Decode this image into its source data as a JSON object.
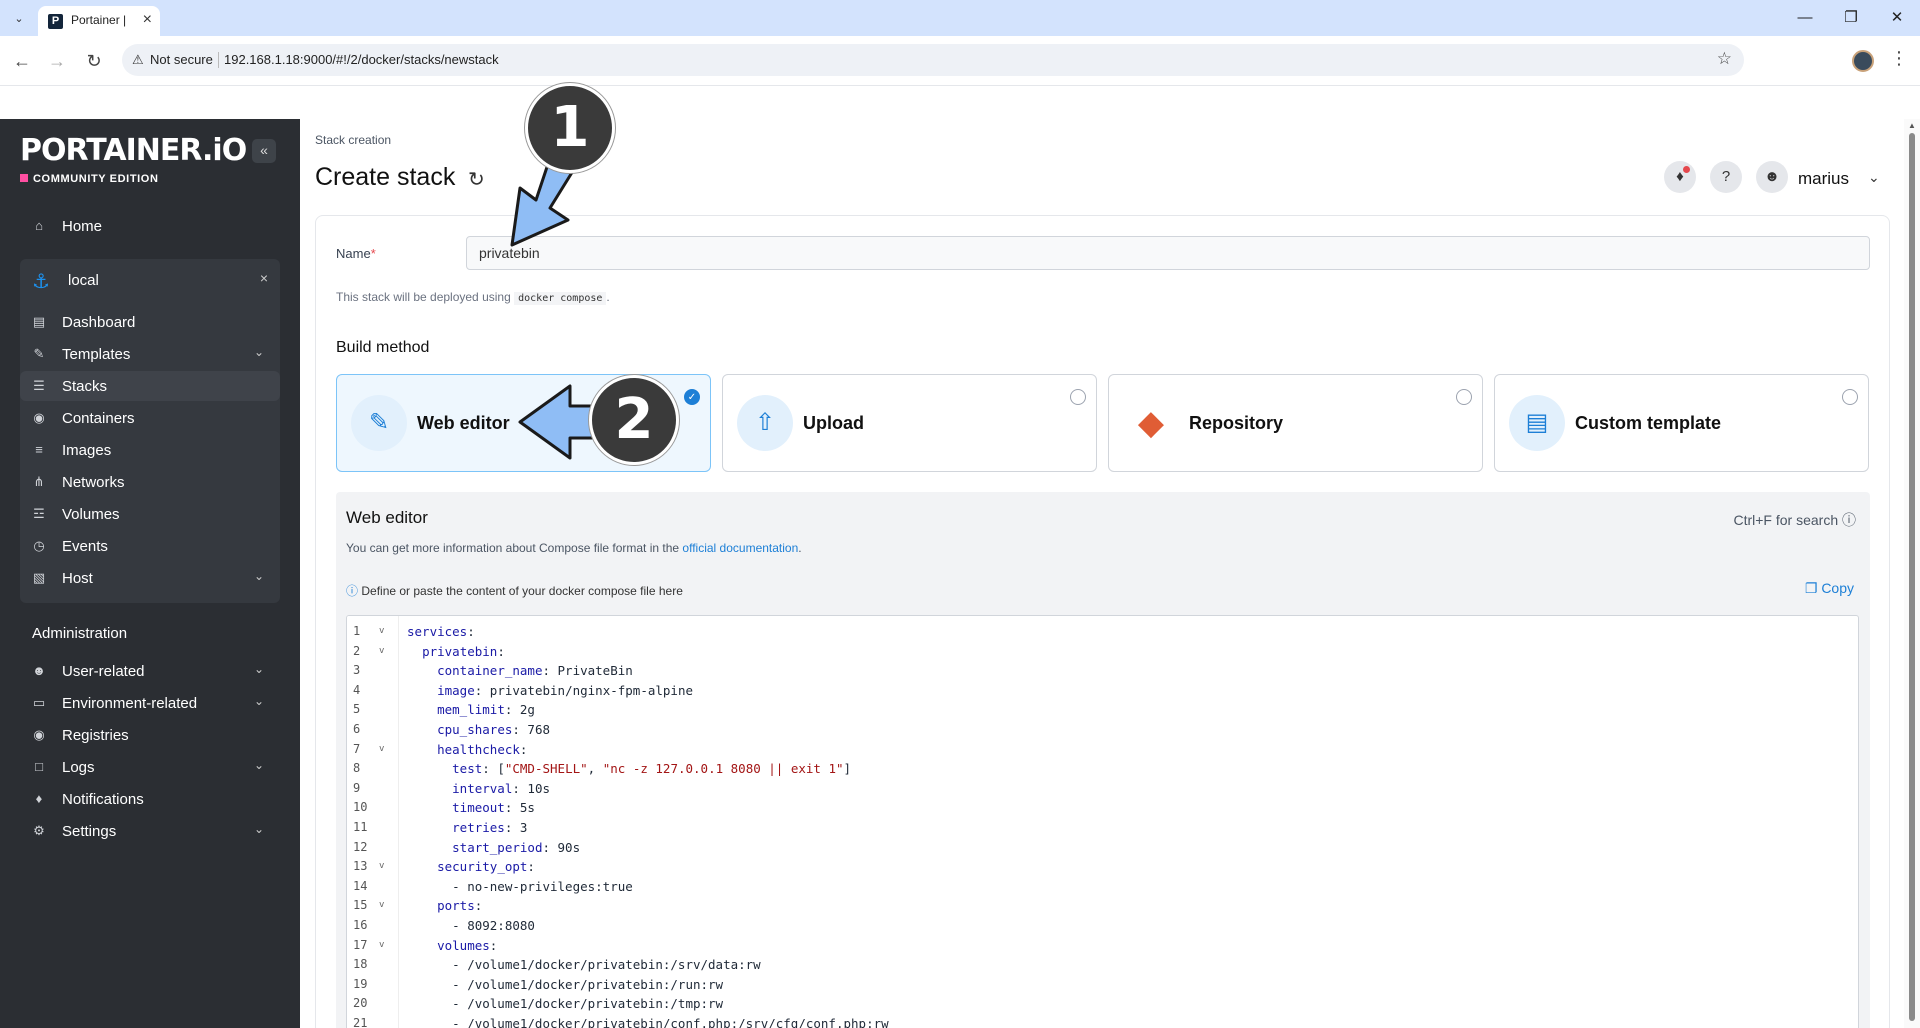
{
  "browser": {
    "tab_title": "Portainer |",
    "not_secure": "Not secure",
    "url": "192.168.1.18:9000/#!/2/docker/stacks/newstack"
  },
  "sidebar": {
    "logo": "PORTAINER.iO",
    "edition": "COMMUNITY EDITION",
    "home": "Home",
    "environment": "local",
    "env_items": [
      "Dashboard",
      "Templates",
      "Stacks",
      "Containers",
      "Images",
      "Networks",
      "Volumes",
      "Events",
      "Host"
    ],
    "administration": "Administration",
    "admin_items": [
      "User-related",
      "Environment-related",
      "Registries",
      "Logs",
      "Notifications",
      "Settings"
    ]
  },
  "header": {
    "breadcrumb": "Stack creation",
    "title": "Create stack",
    "user": "marius"
  },
  "form": {
    "name_label": "Name",
    "name_required": "*",
    "name_value": "privatebin",
    "help_prefix": "This stack will be deployed using",
    "help_code": "docker compose",
    "help_suffix": ".",
    "build_method": "Build method",
    "methods": [
      "Web editor",
      "Upload",
      "Repository",
      "Custom template"
    ]
  },
  "editor": {
    "title": "Web editor",
    "search_hint": "Ctrl+F for search",
    "info_prefix": "You can get more information about Compose file format in the",
    "info_link": "official documentation",
    "info_suffix": ".",
    "define_hint": "Define or paste the content of your docker compose file here",
    "copy_label": "Copy",
    "lines": [
      "services:",
      "  privatebin:",
      "    container_name: PrivateBin",
      "    image: privatebin/nginx-fpm-alpine",
      "    mem_limit: 2g",
      "    cpu_shares: 768",
      "    healthcheck:",
      "      test: [\"CMD-SHELL\", \"nc -z 127.0.0.1 8080 || exit 1\"]",
      "      interval: 10s",
      "      timeout: 5s",
      "      retries: 3",
      "      start_period: 90s",
      "    security_opt:",
      "      - no-new-privileges:true",
      "    ports:",
      "      - 8092:8080",
      "    volumes:",
      "      - /volume1/docker/privatebin:/srv/data:rw",
      "      - /volume1/docker/privatebin:/run:rw",
      "      - /volume1/docker/privatebin:/tmp:rw",
      "      - /volume1/docker/privatebin/conf.php:/srv/cfg/conf.php:rw"
    ]
  },
  "annotations": [
    "1",
    "2"
  ]
}
